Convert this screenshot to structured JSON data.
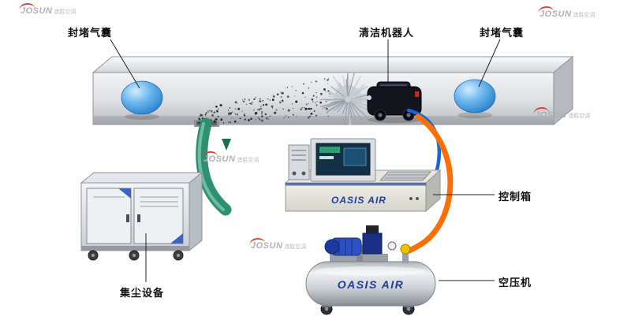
{
  "labels": {
    "seal_left": "封堵气囊",
    "robot": "清洁机器人",
    "seal_right": "封堵气囊",
    "control_box": "控制箱",
    "compressor": "空压机",
    "dust_collector": "集尘设备"
  },
  "equipment": {
    "console_brand": "OASIS AIR",
    "tank_brand": "OASIS AIR"
  },
  "watermark": {
    "brand": "JOSUN",
    "sub": "澳胜空调"
  },
  "colors": {
    "balloon_blue": "#2e86d4",
    "hose_green": "#2e8f72",
    "cable_blue": "#1565d8",
    "hose_orange": "#ff6f00",
    "brand_text": "#1d3f93"
  }
}
